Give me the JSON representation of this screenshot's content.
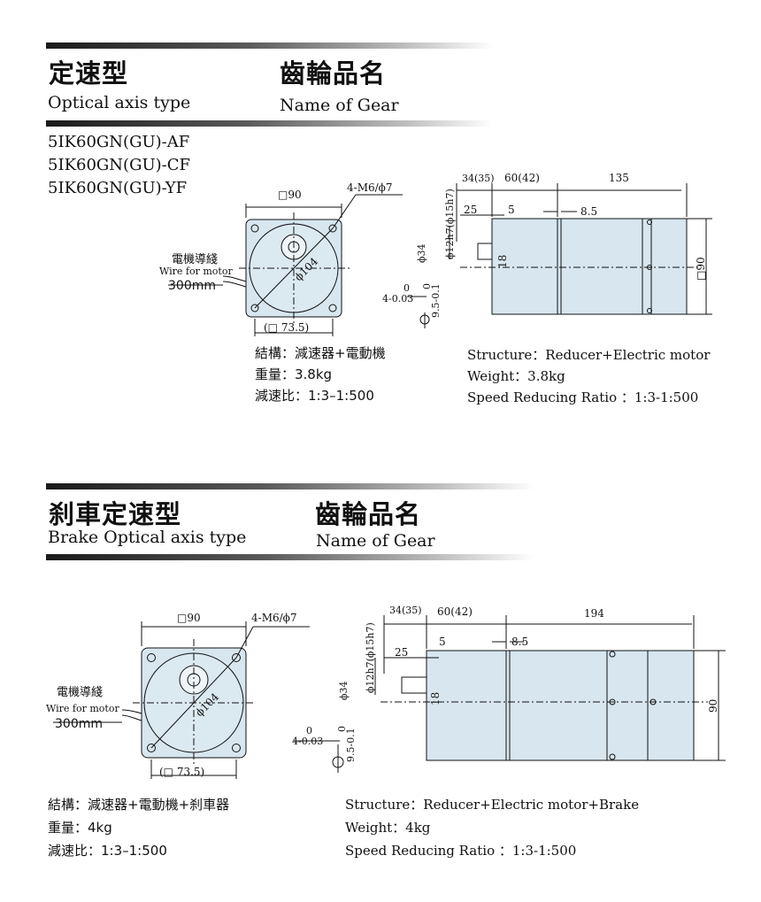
{
  "section1": {
    "title_zh": "定速型",
    "title_en": "Optical axis type",
    "gear_zh": "齒輪品名",
    "gear_en": "Name of Gear",
    "models": [
      "5IK60GN(GU)-AF",
      "5IK60GN(GU)-CF",
      "5IK60GN(GU)-YF"
    ],
    "front": {
      "square": "□90",
      "holes": "4-M6/ϕ7",
      "pcd": "ϕ104",
      "span": "(□ 73.5)",
      "wire_zh": "電機導綫",
      "wire_en": "Wire for motor",
      "wire_len": "300mm"
    },
    "side": {
      "d1": "34(35)",
      "d2": "60(42)",
      "d3": "135",
      "d4": "25",
      "d5": "5",
      "d6": "8.5",
      "shaft_fit": "ϕ12h7(ϕ15h7)",
      "shaft_dia": "ϕ34",
      "key": "18",
      "height": "□90",
      "tol_key": "4-0.03",
      "tol_key_up": "0",
      "tol_depth": "9.5-0.1",
      "tol_depth_up": "0"
    },
    "spec_zh": {
      "structure": "結構：減速器+電動機",
      "weight": "重量：3.8kg",
      "ratio": "減速比：1:3–1:500"
    },
    "spec_en": {
      "structure": "Structure：Reducer+Electric motor",
      "weight": "Weight：3.8kg",
      "ratio": "Speed Reducing Ratio ：1:3-1:500"
    }
  },
  "section2": {
    "title_zh": "刹車定速型",
    "title_en": "Brake Optical axis type",
    "gear_zh": "齒輪品名",
    "gear_en": "Name of Gear",
    "front": {
      "square": "□90",
      "holes": "4-M6/ϕ7",
      "pcd": "ϕ104",
      "span": "(□ 73.5)",
      "wire_zh": "電機導綫",
      "wire_en": "Wire for motor",
      "wire_len": "300mm"
    },
    "side": {
      "d1": "34(35)",
      "d2": "60(42)",
      "d3": "194",
      "d4": "25",
      "d5": "5",
      "d6": "8.5",
      "shaft_fit": "ϕ12h7(ϕ15h7)",
      "shaft_dia": "ϕ34",
      "key": "18",
      "height": "90",
      "tol_key": "4-0.03",
      "tol_key_up": "0",
      "tol_depth": "9.5-0.1",
      "tol_depth_up": "0"
    },
    "spec_zh": {
      "structure": "結構：減速器+電動機+刹車器",
      "weight": "重量：4kg",
      "ratio": "減速比：1:3–1:500"
    },
    "spec_en": {
      "structure": "Structure：Reducer+Electric motor+Brake",
      "weight": "Weight：4kg",
      "ratio": "Speed Reducing Ratio ：1:3-1:500"
    }
  },
  "colors": {
    "body": "#d7e6ef",
    "line": "#111111"
  }
}
